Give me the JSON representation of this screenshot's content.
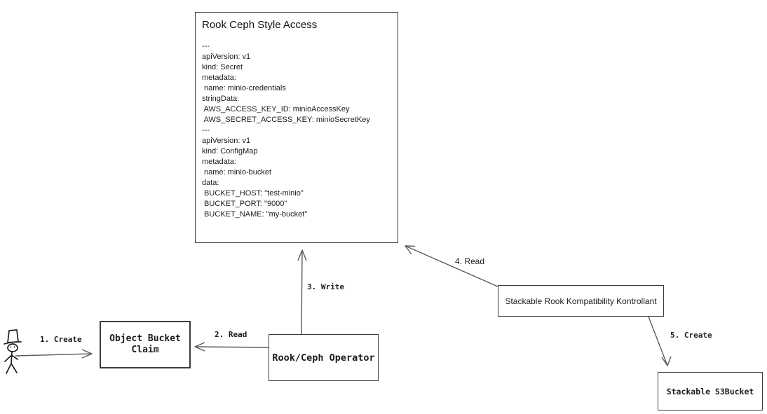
{
  "colors": {
    "background": "#ffffff",
    "box_border": "#3c3c3c",
    "arrow": "#5b5b5b",
    "text": "#1c1c1c"
  },
  "spec_box": {
    "title": "Rook Ceph Style Access",
    "yaml": "---\napiVersion: v1\nkind: Secret\nmetadata:\n name: minio-credentials\nstringData:\n AWS_ACCESS_KEY_ID: minioAccessKey\n AWS_SECRET_ACCESS_KEY: minioSecretKey\n---\napiVersion: v1\nkind: ConfigMap\nmetadata:\n name: minio-bucket\ndata:\n BUCKET_HOST: \"test-minio\"\n BUCKET_PORT: \"9000\"\n BUCKET_NAME: \"my-bucket\""
  },
  "nodes": {
    "object_bucket_claim": {
      "label": "Object Bucket Claim"
    },
    "rook_ceph_operator": {
      "label": "Rook/Ceph Operator"
    },
    "kontrollant": {
      "label": "Stackable Rook Kompatibility Kontrollant"
    },
    "s3bucket": {
      "label": "Stackable S3Bucket"
    }
  },
  "actor": {
    "name": "user"
  },
  "edges": [
    {
      "label": "1. Create",
      "from": "user",
      "to": "object_bucket_claim"
    },
    {
      "label": "2. Read",
      "from": "rook_ceph_operator",
      "to": "object_bucket_claim"
    },
    {
      "label": "3. Write",
      "from": "rook_ceph_operator",
      "to": "spec_box"
    },
    {
      "label": "4. Read",
      "from": "kontrollant",
      "to": "spec_box"
    },
    {
      "label": "5. Create",
      "from": "kontrollant",
      "to": "s3bucket"
    }
  ]
}
